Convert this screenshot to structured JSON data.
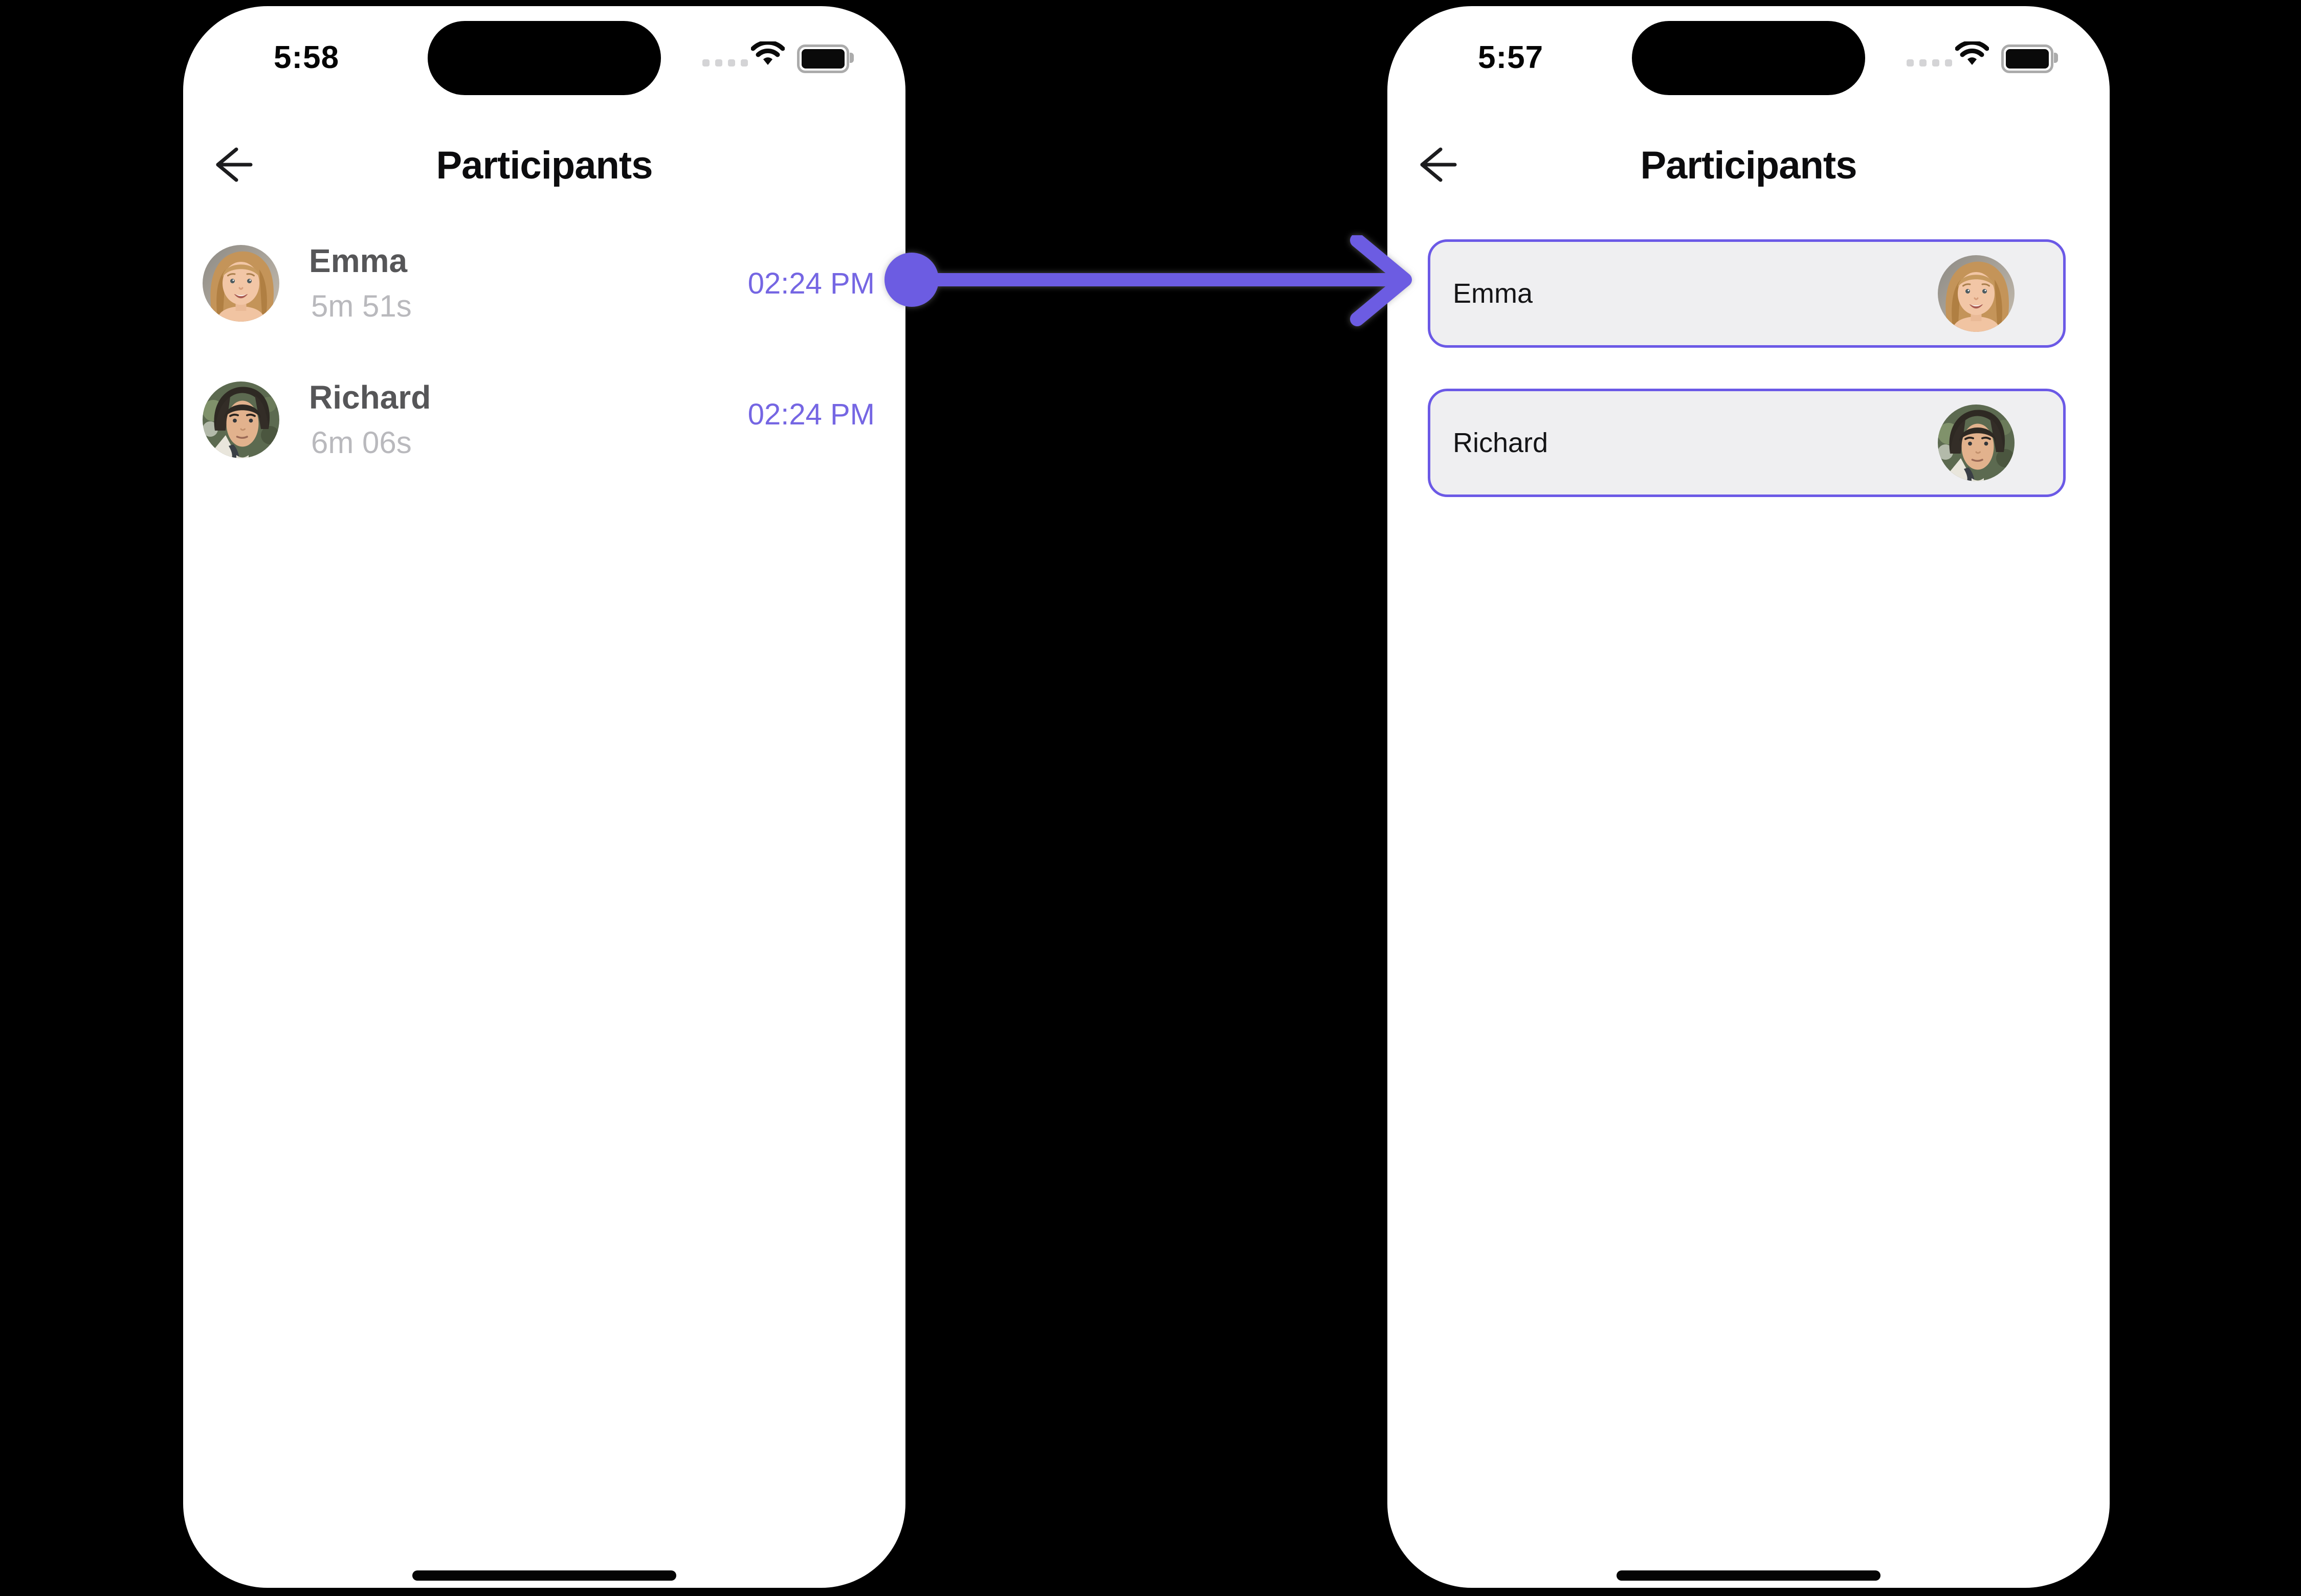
{
  "colors": {
    "accent": "#6C5CE2",
    "time_text": "#7566E3",
    "card_border": "#6B59E6",
    "card_bg": "#EFEFF1",
    "duration_text": "#B9B9BD",
    "name_text": "#565658",
    "phone_bg": "#FFFFFF",
    "canvas_bg": "#000000"
  },
  "connector": {
    "icon": "arrow-right-connector",
    "direction": "left-to-right"
  },
  "phones": {
    "left": {
      "status": {
        "time": "5:58",
        "icons": [
          "cellular-dots-icon",
          "wifi-icon",
          "battery-icon"
        ]
      },
      "header": {
        "back_icon": "arrow-left-icon",
        "title": "Participants"
      },
      "participants": [
        {
          "name": "Emma",
          "duration": "5m 51s",
          "time": "02:24 PM",
          "avatar": "emma-avatar"
        },
        {
          "name": "Richard",
          "duration": "6m 06s",
          "time": "02:24 PM",
          "avatar": "richard-avatar"
        }
      ]
    },
    "right": {
      "status": {
        "time": "5:57",
        "icons": [
          "cellular-dots-icon",
          "wifi-icon",
          "battery-icon"
        ]
      },
      "header": {
        "back_icon": "arrow-left-icon",
        "title": "Participants"
      },
      "participants": [
        {
          "name": "Emma",
          "avatar": "emma-avatar"
        },
        {
          "name": "Richard",
          "avatar": "richard-avatar"
        }
      ]
    }
  }
}
